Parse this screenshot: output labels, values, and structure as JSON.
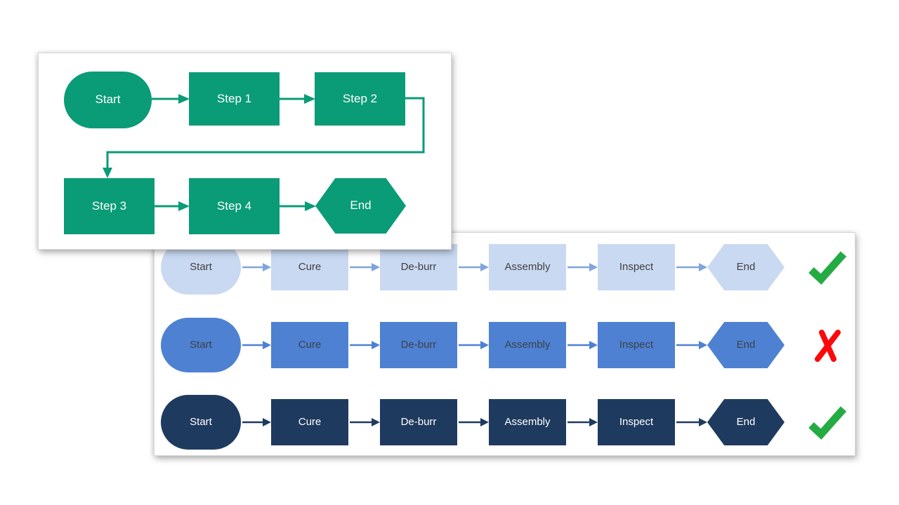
{
  "colors": {
    "green": "#0A9B77",
    "lightblue": "#C9D9F1",
    "midblue": "#4E81D2",
    "navy": "#1F3A5F",
    "darktext": "#404040",
    "midtext": "#3B4149",
    "lightarrow": "#7FA5DC",
    "check": "#24AB43",
    "cross": "#FA0A0A"
  },
  "panel1": {
    "description": "basic green flowchart",
    "nodes": [
      {
        "shape": "stadium",
        "label": "Start"
      },
      {
        "shape": "rectangle",
        "label": "Step 1"
      },
      {
        "shape": "rectangle",
        "label": "Step 2"
      },
      {
        "shape": "rectangle",
        "label": "Step 3"
      },
      {
        "shape": "rectangle",
        "label": "Step 4"
      },
      {
        "shape": "hexagon",
        "label": "End"
      }
    ]
  },
  "panel2": {
    "description": "process flow color variants with pass/fail marks",
    "rows": [
      {
        "theme": "light",
        "result": "pass",
        "result_icon": "check-icon",
        "steps": [
          {
            "shape": "stadium",
            "label": "Start"
          },
          {
            "shape": "rectangle",
            "label": "Cure"
          },
          {
            "shape": "rectangle",
            "label": "De-burr"
          },
          {
            "shape": "rectangle",
            "label": "Assembly"
          },
          {
            "shape": "rectangle",
            "label": "Inspect"
          },
          {
            "shape": "hexagon",
            "label": "End"
          }
        ]
      },
      {
        "theme": "medium",
        "result": "fail",
        "result_icon": "x-icon",
        "steps": [
          {
            "shape": "stadium",
            "label": "Start"
          },
          {
            "shape": "rectangle",
            "label": "Cure"
          },
          {
            "shape": "rectangle",
            "label": "De-burr"
          },
          {
            "shape": "rectangle",
            "label": "Assembly"
          },
          {
            "shape": "rectangle",
            "label": "Inspect"
          },
          {
            "shape": "hexagon",
            "label": "End"
          }
        ]
      },
      {
        "theme": "dark",
        "result": "pass",
        "result_icon": "check-icon",
        "steps": [
          {
            "shape": "stadium",
            "label": "Start"
          },
          {
            "shape": "rectangle",
            "label": "Cure"
          },
          {
            "shape": "rectangle",
            "label": "De-burr"
          },
          {
            "shape": "rectangle",
            "label": "Assembly"
          },
          {
            "shape": "rectangle",
            "label": "Inspect"
          },
          {
            "shape": "hexagon",
            "label": "End"
          }
        ]
      }
    ]
  }
}
